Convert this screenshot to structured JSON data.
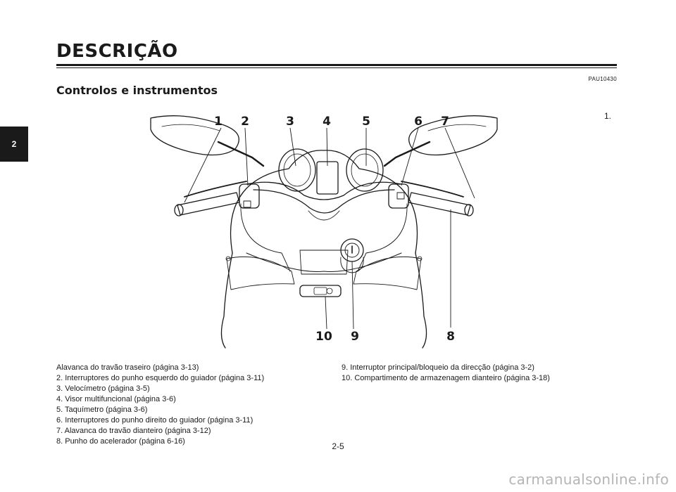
{
  "header": {
    "section_title": "DESCRIÇÃO",
    "doc_code": "PAU10430",
    "subtitle": "Controlos e instrumentos"
  },
  "side_tab": {
    "label": "2"
  },
  "side_marker": "1.",
  "figure": {
    "callouts": [
      "1",
      "2",
      "3",
      "4",
      "5",
      "6",
      "7",
      "8",
      "9",
      "10"
    ]
  },
  "legend": {
    "left": [
      "Alavanca do travão traseiro (página 3-13)",
      "2. Interruptores do punho esquerdo do guiador (página 3-11)",
      "3. Velocímetro (página 3-5)",
      "4. Visor multifuncional (página 3-6)",
      "5. Taquímetro (página 3-6)",
      "6. Interruptores do punho direito do guiador (página 3-11)",
      "7. Alavanca do travão dianteiro (página 3-12)",
      "8. Punho do acelerador (página 6-16)"
    ],
    "right": [
      "9. Interruptor principal/bloqueio da direcção (página 3-2)",
      "10. Compartimento de armazenagem dianteiro (página 3-18)"
    ]
  },
  "footer": {
    "page_number": "2-5",
    "watermark": "carmanualsonline.info"
  }
}
